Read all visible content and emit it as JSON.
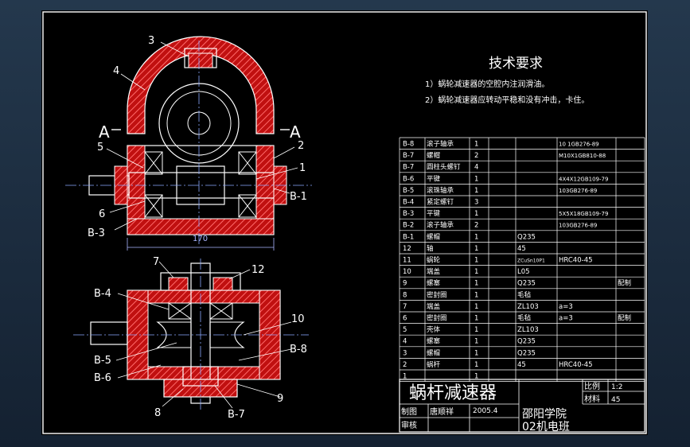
{
  "tech": {
    "title": "技术要求",
    "req1": "1）蜗轮减速器的空腔内注润滑油。",
    "req2": "2）蜗轮减速器应转动平稳和没有冲击，卡住。"
  },
  "callouts": {
    "c3": "3",
    "c4": "4",
    "c5": "5",
    "c2": "2",
    "c1": "1",
    "cB1": "B-1",
    "c6": "6",
    "cB3": "B-3",
    "sectA_left": "A",
    "sectA_right": "A",
    "c7": "7",
    "c12": "12",
    "cB4": "B-4",
    "c10": "10",
    "cB8": "B-8",
    "cB5": "B-5",
    "cB6": "B-6",
    "c8": "8",
    "cB7": "B-7",
    "c9": "9"
  },
  "dimension": "170",
  "bom": [
    {
      "no": "B-8",
      "name": "滚子轴承",
      "qty": "1",
      "mat": "",
      "std": "10 1GB276-89",
      "note": ""
    },
    {
      "no": "B-7",
      "name": "螺帽",
      "qty": "2",
      "mat": "",
      "std": "M10X1GB810-88",
      "note": ""
    },
    {
      "no": "B-7",
      "name": "圆柱头螺钉",
      "qty": "4",
      "mat": "",
      "std": "",
      "note": ""
    },
    {
      "no": "B-6",
      "name": "平键",
      "qty": "1",
      "mat": "",
      "std": "4X4X12GB109-79",
      "note": ""
    },
    {
      "no": "B-5",
      "name": "滚珠轴承",
      "qty": "1",
      "mat": "",
      "std": "103GB276-89",
      "note": ""
    },
    {
      "no": "B-4",
      "name": "紧定螺钉",
      "qty": "3",
      "mat": "",
      "std": "",
      "note": ""
    },
    {
      "no": "B-3",
      "name": "平键",
      "qty": "1",
      "mat": "",
      "std": "5X5X18GB109-79",
      "note": ""
    },
    {
      "no": "B-2",
      "name": "滚子轴承",
      "qty": "2",
      "mat": "",
      "std": "103GB276-89",
      "note": ""
    },
    {
      "no": "B-1",
      "name": "螺帽",
      "qty": "1",
      "mat": "Q235",
      "std": "",
      "note": ""
    },
    {
      "no": "12",
      "name": "轴",
      "qty": "1",
      "mat": "45",
      "std": "",
      "note": ""
    },
    {
      "no": "11",
      "name": "蜗轮",
      "qty": "1",
      "mat": "ZCuSn10P1",
      "std": "HRC40-45",
      "note": ""
    },
    {
      "no": "10",
      "name": "端盖",
      "qty": "1",
      "mat": "L05",
      "std": "",
      "note": ""
    },
    {
      "no": "9",
      "name": "螺塞",
      "qty": "1",
      "mat": "Q235",
      "std": "",
      "note": "配制"
    },
    {
      "no": "8",
      "name": "密封圈",
      "qty": "1",
      "mat": "毛毡",
      "std": "",
      "note": ""
    },
    {
      "no": "7",
      "name": "端盖",
      "qty": "1",
      "mat": "ZL103",
      "std": "a=3",
      "note": ""
    },
    {
      "no": "6",
      "name": "密封圈",
      "qty": "1",
      "mat": "毛毡",
      "std": "a=3",
      "note": "配制"
    },
    {
      "no": "5",
      "name": "壳体",
      "qty": "1",
      "mat": "ZL103",
      "std": "",
      "note": ""
    },
    {
      "no": "4",
      "name": "螺塞",
      "qty": "1",
      "mat": "Q235",
      "std": "",
      "note": ""
    },
    {
      "no": "3",
      "name": "螺帽",
      "qty": "1",
      "mat": "Q235",
      "std": "",
      "note": ""
    },
    {
      "no": "2",
      "name": "蜗杆",
      "qty": "1",
      "mat": "45",
      "std": "HRC40-45",
      "note": ""
    },
    {
      "no": "1",
      "name": "",
      "qty": "1",
      "mat": "",
      "std": "",
      "note": ""
    }
  ],
  "titleblock": {
    "name": "蜗杆减速器",
    "scale_label": "比例",
    "scale_value": "1:2",
    "material_label": "材料",
    "material_value": "45",
    "drawn_label": "制图",
    "drawn_by": "唐顺祥",
    "date": "2005.4",
    "check_label": "审核",
    "school": "邵阳学院",
    "class_name": "02机电班"
  },
  "colors": {
    "sheet": "#000000",
    "line": "#ffffff",
    "section": "#ff3030",
    "hatch": "#ff4a4a",
    "center": "#8aa8ff",
    "dim": "#aab4ff"
  }
}
